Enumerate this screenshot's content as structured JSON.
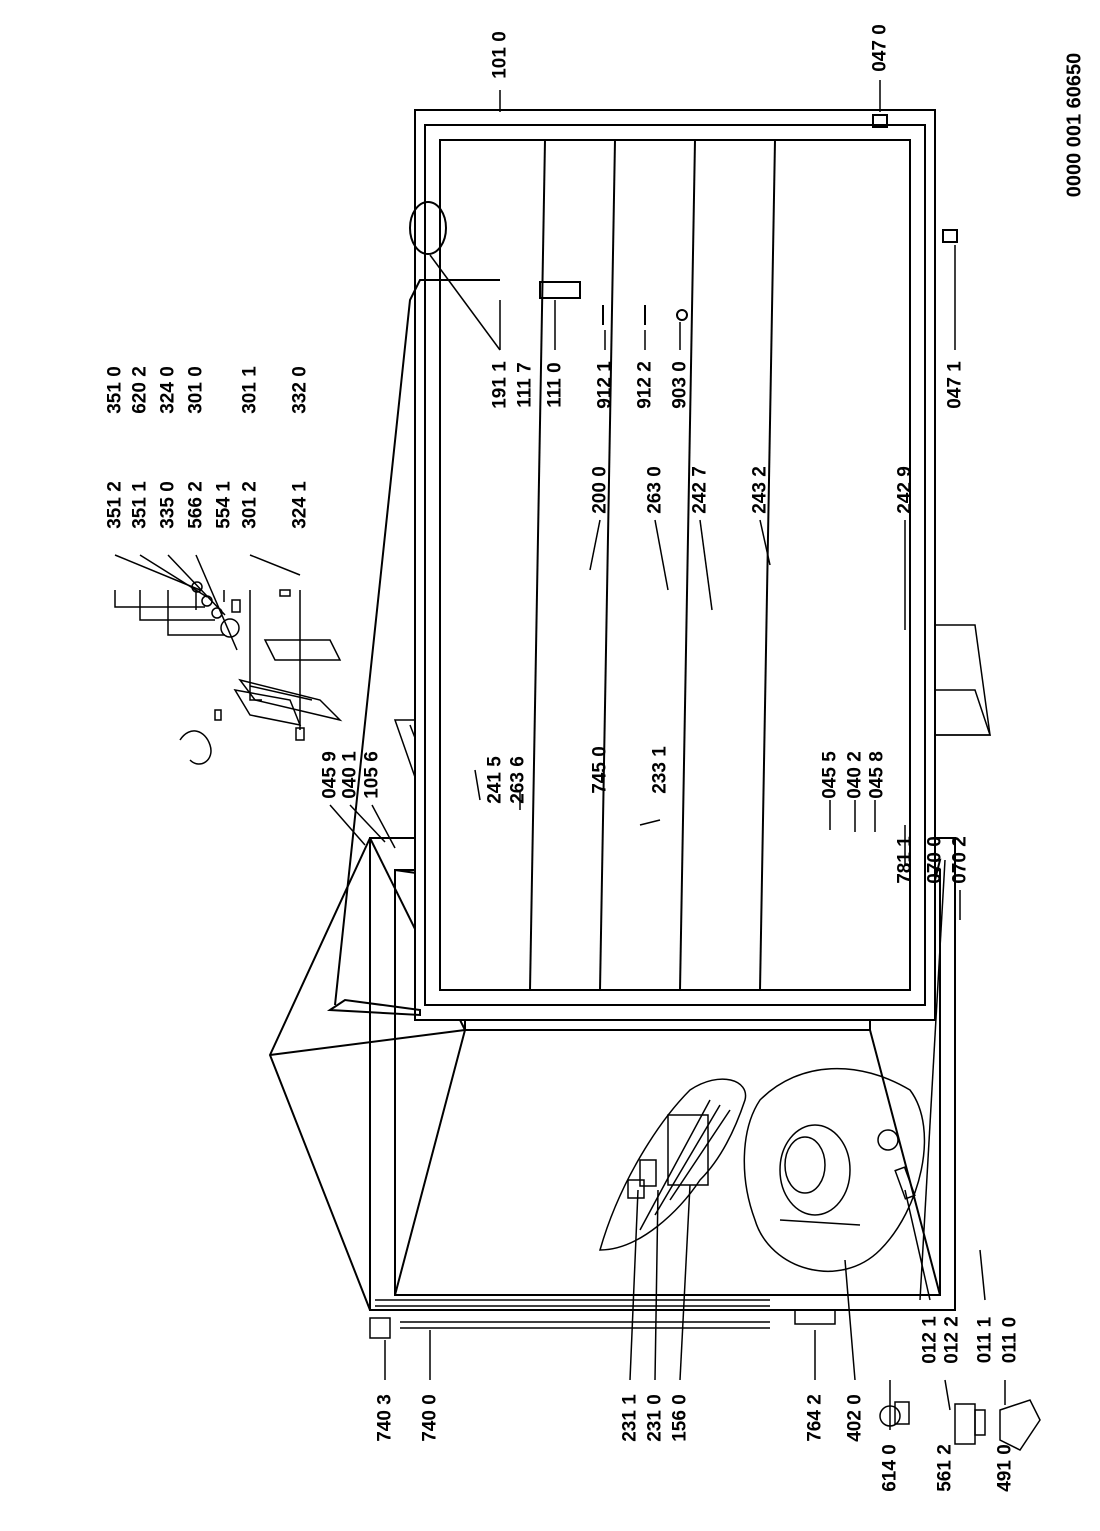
{
  "document_id": "0000 001 60650",
  "parts": {
    "p3512": "351 2",
    "p3511": "351 1",
    "p3350": "335 0",
    "p5662": "566 2",
    "p5541": "554 1",
    "p3012": "301 2",
    "p3241": "324 1",
    "p3510": "351 0",
    "p6202": "620 2",
    "p3240": "324 0",
    "p3010": "301 0",
    "p3011": "301 1",
    "p3320": "332 0",
    "p0459": "045 9",
    "p0401": "040 1",
    "p1056": "105 6",
    "p2415": "241 5",
    "p2636": "263 6",
    "p7450": "745 0",
    "p2331": "233 1",
    "p0455": "045 5",
    "p0402": "040 2",
    "p0458": "045 8",
    "p7811": "781 1",
    "p0700": "070 0",
    "p0702": "070 2",
    "p2000": "200 0",
    "p2630": "263 0",
    "p2427": "242 7",
    "p2432": "243 2",
    "p2429": "242 9",
    "p1911": "191 1",
    "p1117": "111 7",
    "p1110": "111 0",
    "p9121": "912 1",
    "p9122": "912 2",
    "p9030": "903 0",
    "p0471": "047 1",
    "p1010": "101 0",
    "p0470": "047 0",
    "p7403": "740 3",
    "p7400": "740 0",
    "p2311": "231 1",
    "p2310": "231 0",
    "p1560": "156 0",
    "p7642": "764 2",
    "p4020": "402 0",
    "p6140": "614 0",
    "p5612": "561 2",
    "p4910": "491 0",
    "p0121": "012 1",
    "p0122": "012 2",
    "p0111": "011 1",
    "p0110": "011 0"
  }
}
